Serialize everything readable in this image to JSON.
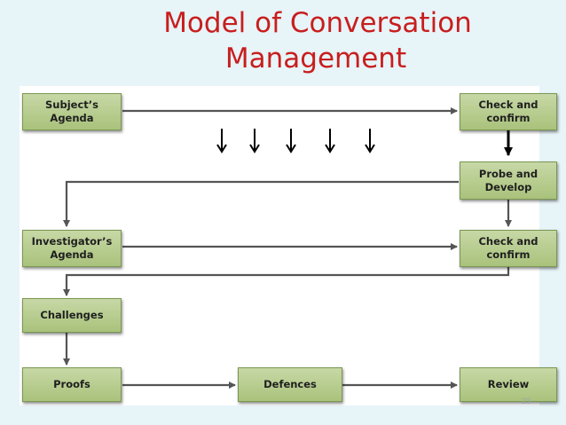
{
  "slide": {
    "title_line1": "Model of Conversation",
    "title_line2": "Management",
    "page_number": "23"
  },
  "diagram": {
    "boxes": {
      "subjects_agenda": "Subject’s\nAgenda",
      "check_confirm_top": "Check and\nconfirm",
      "probe_develop": "Probe and\nDevelop",
      "investigators_agenda": "Investigator’s\nAgenda",
      "check_confirm_mid": "Check and\nconfirm",
      "challenges": "Challenges",
      "proofs": "Proofs",
      "defences": "Defences",
      "review": "Review"
    }
  },
  "colors": {
    "title": "#c81e1e",
    "box_fill": "#b6cc8c",
    "box_border": "#7a9752",
    "line": "#555555",
    "background": "#e7f4f8"
  }
}
